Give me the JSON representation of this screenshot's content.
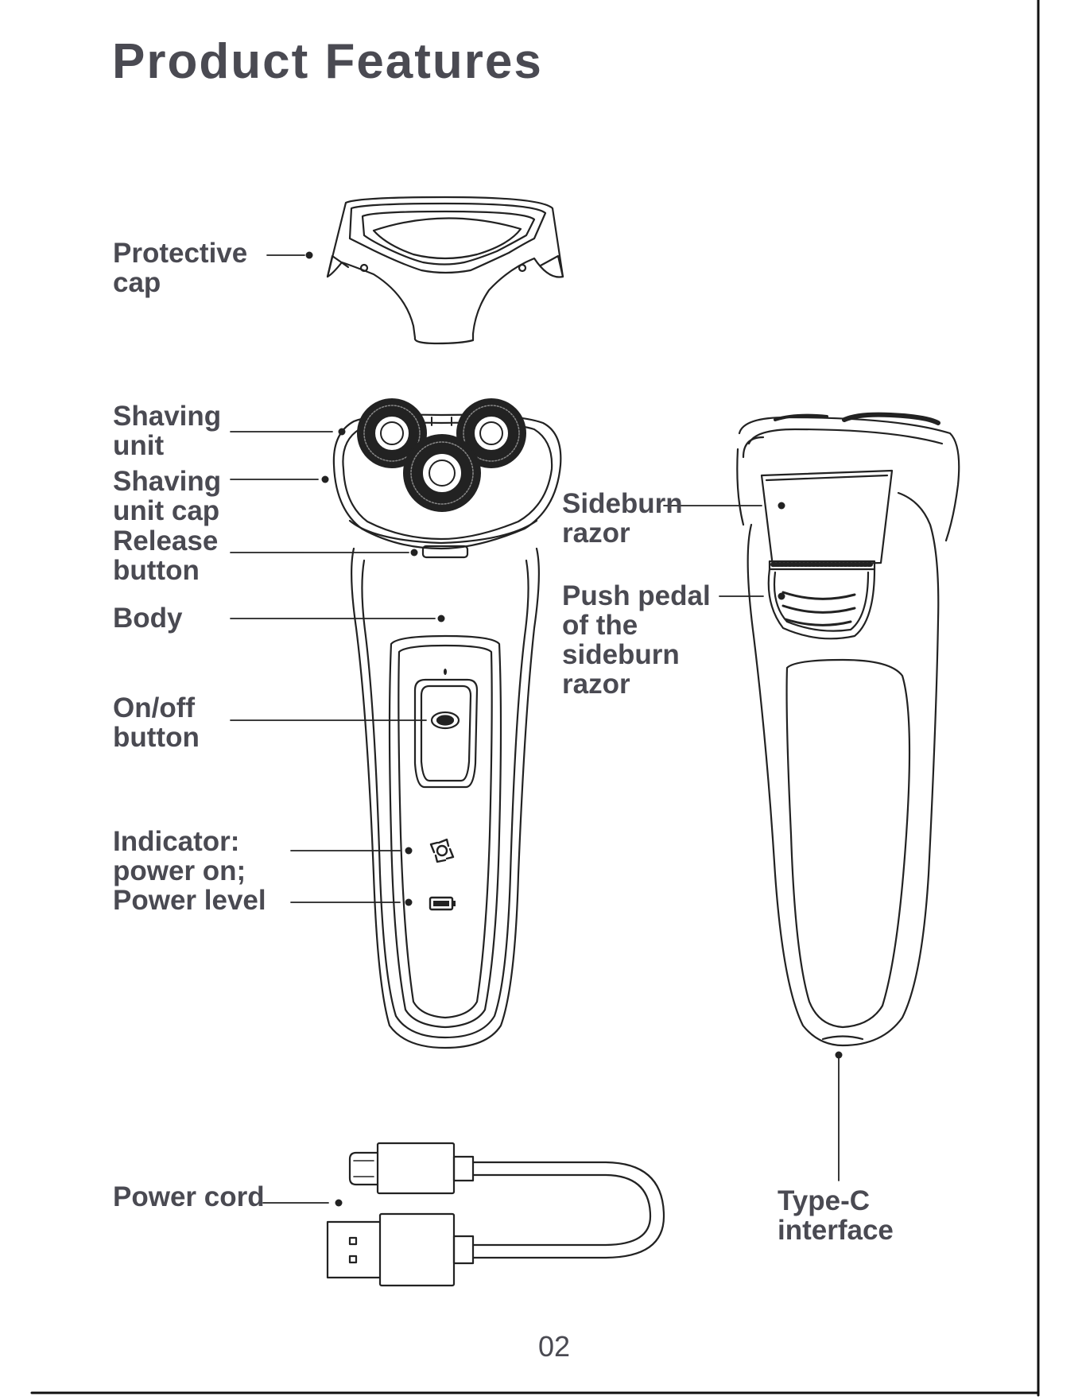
{
  "title": "Product Features",
  "labels": {
    "protective_cap": "Protective\ncap",
    "shaving_unit": "Shaving\nunit",
    "shaving_unit_cap": "Shaving\nunit cap",
    "release_button": "Release\nbutton",
    "body": "Body",
    "on_off_button": "On/off\nbutton",
    "indicator": "Indicator:\npower on;\nPower level",
    "sideburn_razor": "Sideburn\nrazor",
    "push_pedal": "Push pedal\nof the\nsideburn\nrazor",
    "power_cord": "Power cord",
    "type_c": "Type-C\ninterface"
  },
  "page_number": "02"
}
